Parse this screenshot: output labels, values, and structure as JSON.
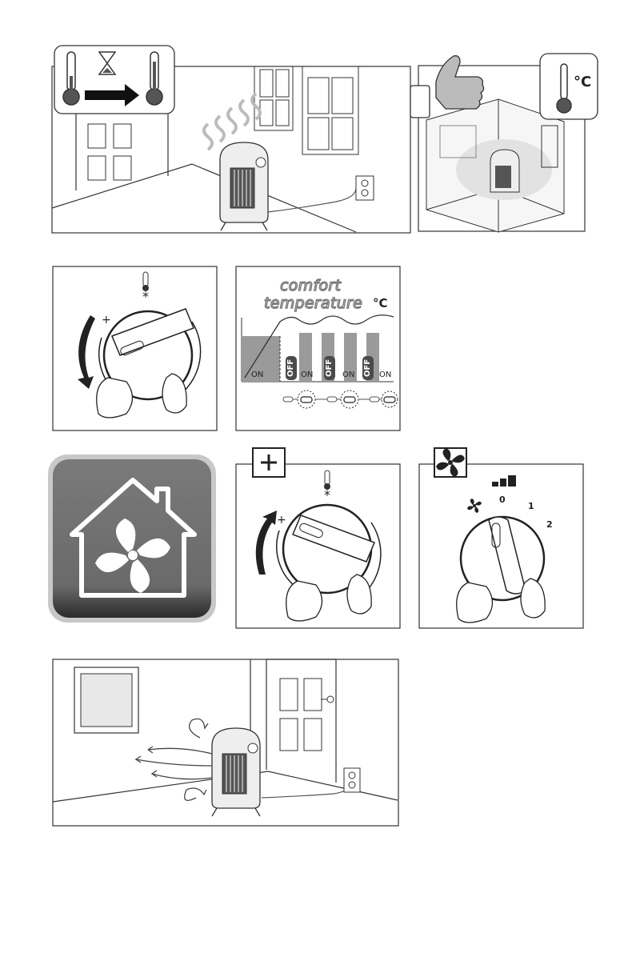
{
  "chart_labels": {
    "comfort_line1": "comfort",
    "comfort_line2": "temperature",
    "unit": "°C",
    "on": "ON",
    "off": "OFF"
  },
  "thermostat_unit": "°C",
  "dial_plus": "+",
  "fan_dial": {
    "pos_0": "0",
    "pos_1": "1",
    "pos_2": "2"
  },
  "colors": {
    "line": "#333333",
    "gray": "#9a9a9a",
    "dark": "#4a4a4a",
    "house_bg": "#6e6e6e"
  }
}
